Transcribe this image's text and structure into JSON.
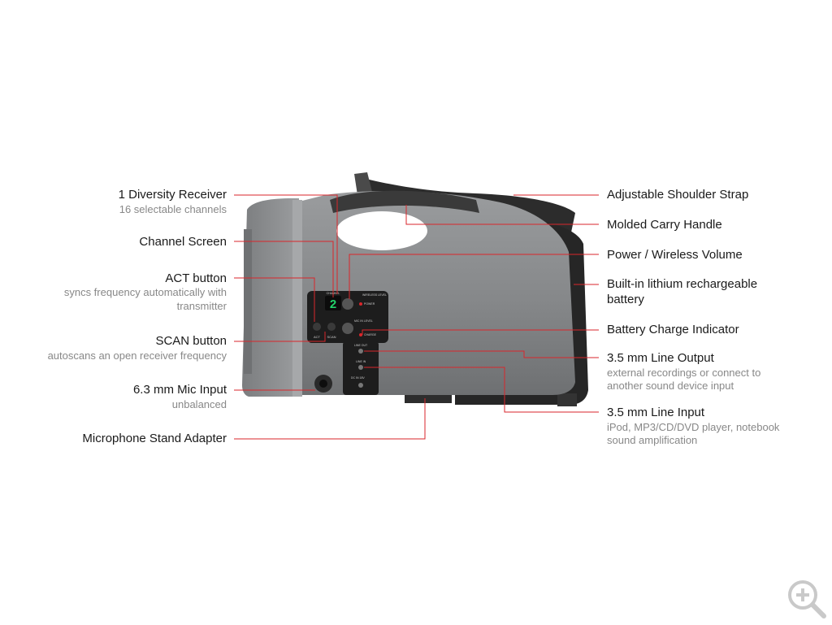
{
  "colors": {
    "leader": "#d9262b",
    "body": "#8a8c8e",
    "dark": "#2b2b2b",
    "display": "#22d36a"
  },
  "display": {
    "channel_digit": "2"
  },
  "panel": {
    "channel": "CHANNEL",
    "wireless_level": "WIRELESS LEVEL",
    "power": "POWER",
    "mic_in_level": "MIC IN LEVEL",
    "charge": "CHARGE",
    "line_out": "LINE OUT",
    "line_in": "LINE IN",
    "dc_in": "DC IN 18V",
    "act": "ACT",
    "scan": "SCAN"
  },
  "callouts": {
    "diversity": {
      "title": "1 Diversity Receiver",
      "desc": "16 selectable channels"
    },
    "channel_screen": {
      "title": "Channel Screen"
    },
    "act": {
      "title": "ACT button",
      "desc1": "syncs frequency automatically with",
      "desc2": "transmitter"
    },
    "scan": {
      "title": "SCAN button",
      "desc": "autoscans an open receiver frequency"
    },
    "mic_input": {
      "title": "6.3 mm Mic Input",
      "desc": "unbalanced"
    },
    "stand_adapter": {
      "title": "Microphone Stand Adapter"
    },
    "strap": {
      "title": "Adjustable Shoulder Strap"
    },
    "handle": {
      "title": "Molded Carry Handle"
    },
    "volume": {
      "title": "Power / Wireless Volume"
    },
    "battery": {
      "title1": "Built-in lithium rechargeable",
      "title2": "battery"
    },
    "charge_indicator": {
      "title": "Battery Charge Indicator"
    },
    "line_output": {
      "title": "3.5 mm Line Output",
      "desc1": "external recordings or connect to",
      "desc2": "another sound device input"
    },
    "line_input": {
      "title": "3.5 mm Line Input",
      "desc1": "iPod, MP3/CD/DVD player, notebook",
      "desc2": "sound amplification"
    }
  },
  "icons": {
    "zoom": "zoom-in-icon"
  }
}
